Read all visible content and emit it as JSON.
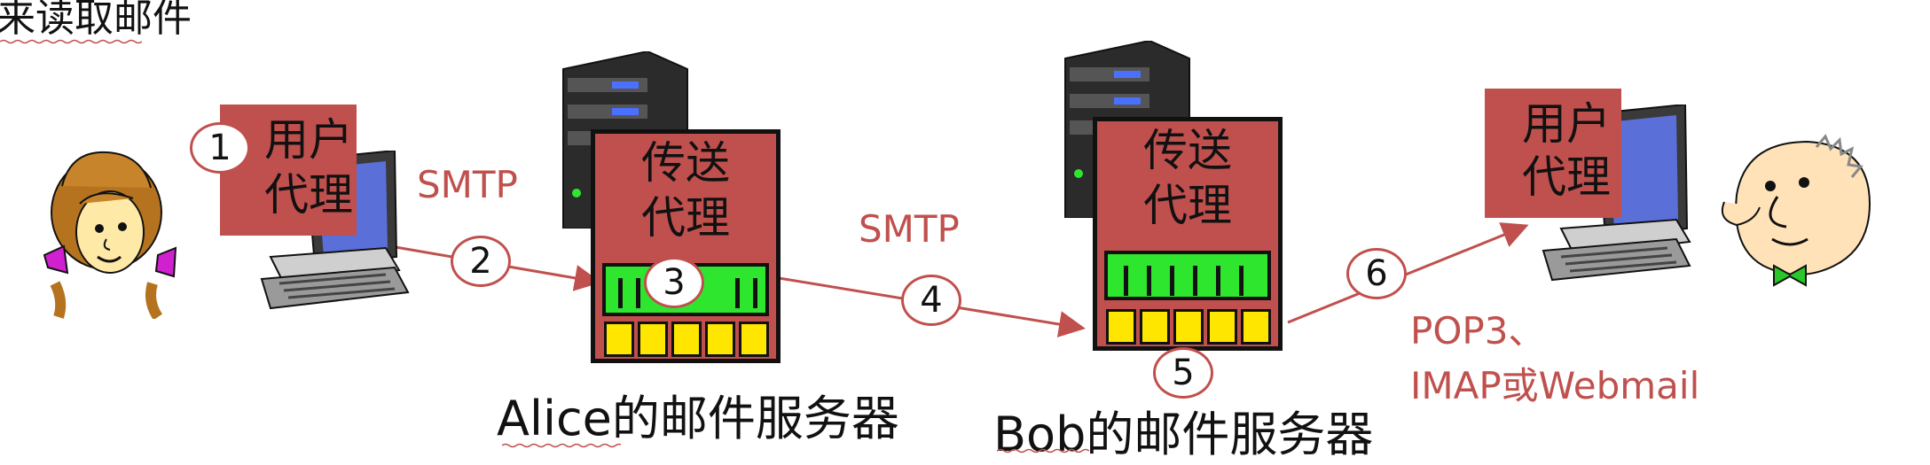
{
  "heading": "来读取邮件",
  "sender_agent": {
    "line1": "用户",
    "line2": "代理"
  },
  "receiver_agent": {
    "line1": "用户",
    "line2": "代理"
  },
  "alice_server": {
    "line1": "传送",
    "line2": "代理",
    "caption": "Alice的邮件服务器"
  },
  "bob_server": {
    "line1": "传送",
    "line2": "代理",
    "caption": "Bob的邮件服务器"
  },
  "protocols": {
    "smtp_upload": "SMTP",
    "smtp_transfer": "SMTP",
    "retrieval_line1": "POP3、",
    "retrieval_line2": "IMAP或Webmail"
  },
  "steps": [
    "1",
    "2",
    "3",
    "4",
    "5",
    "6"
  ],
  "colors": {
    "accent": "#c0504d",
    "queue": "#2ee62e",
    "cell": "#ffe600"
  },
  "icons": [
    "alice-person-icon",
    "bob-person-icon",
    "computer-icon",
    "server-tower-icon"
  ]
}
